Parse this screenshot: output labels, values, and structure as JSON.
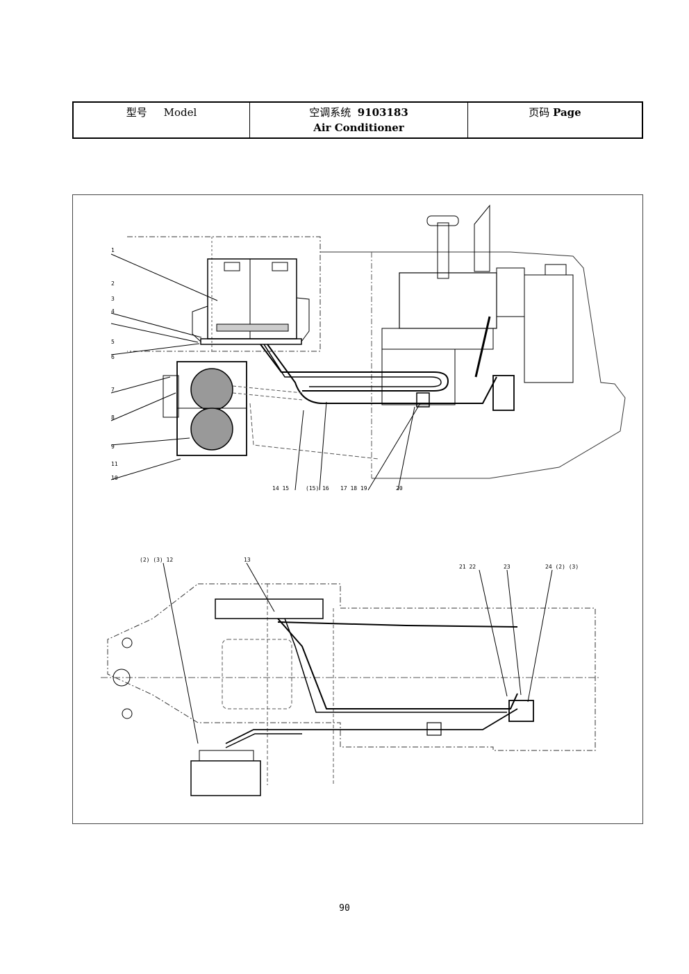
{
  "header": {
    "model_cn": "型号",
    "model_en": "Model",
    "title_cn": "空调系统",
    "part_no": "9103183",
    "title_en": "Air Conditioner",
    "page_cn": "页码",
    "page_en": "Page"
  },
  "callouts_top": [
    "1",
    "2",
    "3",
    "4",
    "5",
    "6",
    "7",
    "8",
    "9",
    "11",
    "10",
    "14 15",
    "(15) 16",
    "17 18 19",
    "20"
  ],
  "callouts_bottom": [
    "(2) (3) 12",
    "13",
    "21 22",
    "23",
    "24 (2) (3)"
  ],
  "page_number": "90"
}
